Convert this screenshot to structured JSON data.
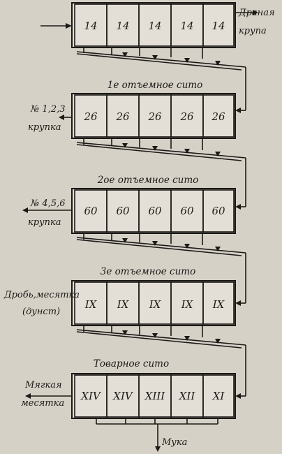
{
  "sieves": [
    {
      "title": "",
      "cells": [
        "14",
        "14",
        "14",
        "14",
        "14"
      ],
      "side_label": "",
      "right_label": [
        "Драная",
        "крупа"
      ]
    },
    {
      "title": "1е отъемное сито",
      "cells": [
        "26",
        "26",
        "26",
        "26",
        "26"
      ],
      "side_label": [
        "№ 1,2,3",
        "крупка"
      ],
      "right_label": []
    },
    {
      "title": "2ое отъемное сито",
      "cells": [
        "60",
        "60",
        "60",
        "60",
        "60"
      ],
      "side_label": [
        "№ 4,5,6",
        "крупка"
      ],
      "right_label": []
    },
    {
      "title": "3е отъемное сито",
      "cells": [
        "IX",
        "IX",
        "IX",
        "IX",
        "IX"
      ],
      "side_label": [
        "Дробь,месятка",
        "(дунст)"
      ],
      "right_label": []
    },
    {
      "title": "Товарное сито",
      "cells": [
        "XIV",
        "XIV",
        "XIII",
        "XII",
        "XI"
      ],
      "side_label": [
        "Мягкая",
        "месятка"
      ],
      "right_label": []
    }
  ],
  "output_label": "Мука"
}
